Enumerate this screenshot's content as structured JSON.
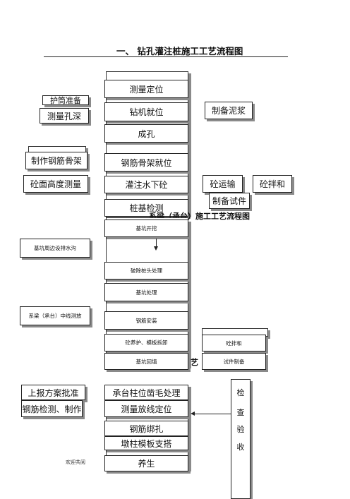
{
  "section1": {
    "title": "一、   钻孔灌注桩施工工艺流程图",
    "main_steps": [
      "测量定位",
      "钻机就位",
      "成孔",
      "钢筋骨架就位",
      "灌注水下砼",
      "桩基检测"
    ],
    "left_items": [
      "护筒准备",
      "测量孔深",
      "制作钢筋骨架",
      "砼面高度测量"
    ],
    "right_items": [
      "制备泥浆",
      "砼运输",
      "砼拌和",
      "制备试件"
    ]
  },
  "section2": {
    "title_fragment": "系梁（承台）施工工艺流程图",
    "main_steps": [
      "基坑开挖",
      "破除桩头处理",
      "基坑处理",
      "钢筋安装",
      "砼养护、模板拆卸",
      "基坑回填"
    ],
    "left_items": [
      "基坑周边设排水沟",
      "系梁（承台）中线测放"
    ],
    "right_items": [
      "砼拌和",
      "试件制备"
    ]
  },
  "section3": {
    "title_fragment": "艺",
    "main_steps": [
      "承台柱位凿毛处理",
      "测量放线定位",
      "钢筋绑扎",
      "墩柱模板支搭",
      "养生"
    ],
    "left_items": [
      "上报方案批准",
      "钢筋检测、制作"
    ],
    "right_chars": [
      "检",
      "查",
      "验",
      "收"
    ]
  },
  "footer": {
    "text": "欢迎共阅"
  }
}
